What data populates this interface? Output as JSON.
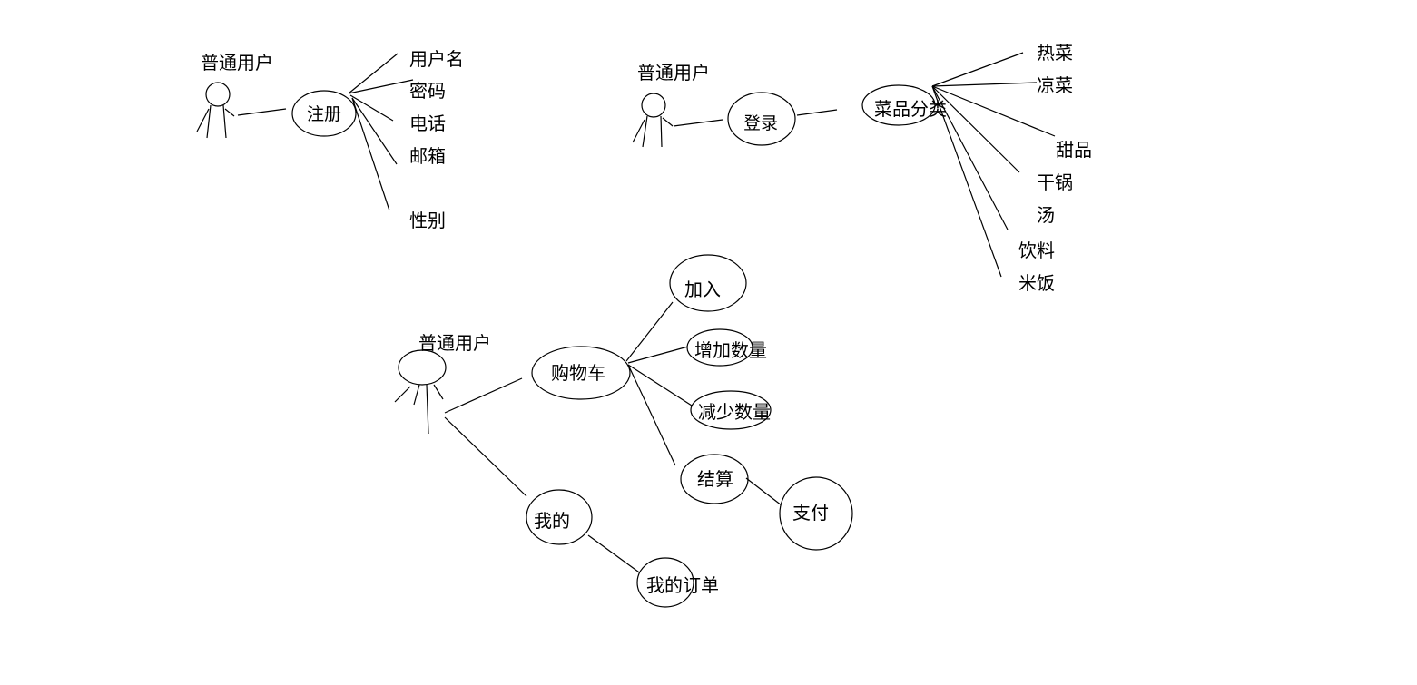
{
  "diagram": {
    "register_group": {
      "actor_label": "普通用户",
      "usecase": "注册",
      "attributes": [
        "用户名",
        "密码",
        "电话",
        "邮箱",
        "性别"
      ]
    },
    "login_group": {
      "actor_label": "普通用户",
      "login_usecase": "登录",
      "category_usecase": "菜品分类",
      "categories": [
        "热菜",
        "凉菜",
        "甜品",
        "干锅",
        "汤",
        "饮料",
        "米饭"
      ]
    },
    "cart_group": {
      "actor_label": "普通用户",
      "cart_usecase": "购物车",
      "cart_actions": [
        "加入",
        "增加数量",
        "减少数量",
        "结算"
      ],
      "pay_usecase": "支付",
      "mine_usecase": "我的",
      "orders_usecase": "我的订单"
    }
  }
}
